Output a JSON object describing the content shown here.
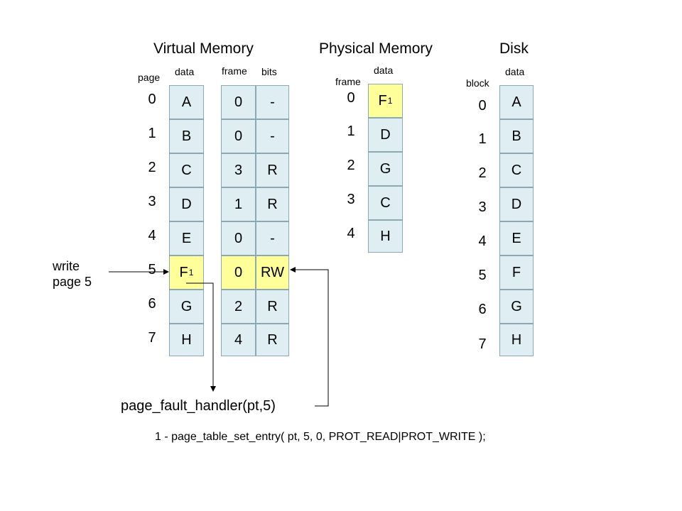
{
  "titles": {
    "virtual": "Virtual Memory",
    "physical": "Physical Memory",
    "disk": "Disk"
  },
  "headers": {
    "page": "page",
    "vm_data": "data",
    "frame": "frame",
    "bits": "bits",
    "pm_frame": "frame",
    "pm_data": "data",
    "block": "block",
    "disk_data": "data"
  },
  "virtual_memory": {
    "pages": [
      "0",
      "1",
      "2",
      "3",
      "4",
      "5",
      "6",
      "7"
    ],
    "data": [
      "A",
      "B",
      "C",
      "D",
      "E",
      "F",
      "G",
      "H"
    ],
    "data_sub": [
      "",
      "",
      "",
      "",
      "",
      "1",
      "",
      ""
    ],
    "frames": [
      "0",
      "0",
      "3",
      "1",
      "0",
      "0",
      "2",
      "4"
    ],
    "bits": [
      "-",
      "-",
      "R",
      "R",
      "-",
      "RW",
      "R",
      "R"
    ],
    "highlight_row": "5"
  },
  "physical_memory": {
    "frames": [
      "0",
      "1",
      "2",
      "3",
      "4"
    ],
    "data": [
      "F",
      "D",
      "G",
      "C",
      "H"
    ],
    "data_sub": [
      "1",
      "",
      "",
      "",
      ""
    ],
    "highlight_row": "0"
  },
  "disk": {
    "blocks": [
      "0",
      "1",
      "2",
      "3",
      "4",
      "5",
      "6",
      "7"
    ],
    "data": [
      "A",
      "B",
      "C",
      "D",
      "E",
      "F",
      "G",
      "H"
    ]
  },
  "annotations": {
    "write_line1": "write",
    "write_line2": "page 5",
    "handler": "page_fault_handler(pt,5)",
    "command": "1 - page_table_set_entry( pt, 5, 0, PROT_READ|PROT_WRITE );"
  },
  "colors": {
    "cell_fill": "#dfeef3",
    "cell_border": "#8aa9b3",
    "highlight_fill": "#ffff99"
  }
}
